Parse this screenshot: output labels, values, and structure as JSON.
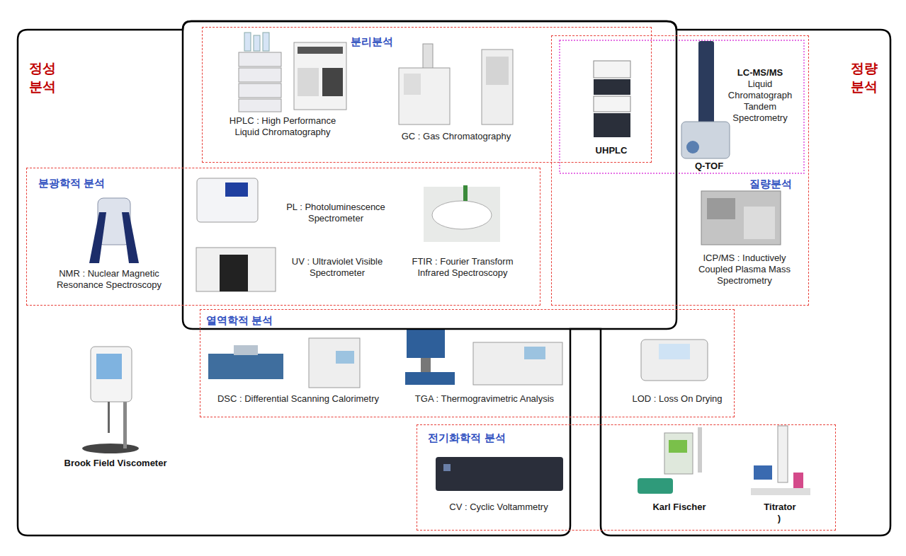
{
  "diagram": {
    "nodes": [
      {
        "text": [
          "정성 분석",
          "Brook Field Viscometer"
        ]
      },
      {
        "text": [
          "분리분석",
          "HPLC : High Performance Liquid Chromatography",
          "GC : Gas Chromatography",
          "UHPLC"
        ]
      },
      {
        "text": [
          "정량 분석"
        ]
      },
      {
        "text": [
          "질량분석",
          "LC-MS/MS",
          "Liquid Chromatograph Tandem Spectrometry",
          "Q-TOF",
          "ICP/MS : Inductively Coupled Plasma Mass Spectrometry"
        ]
      },
      {
        "text": [
          "분광학적 분석",
          "PL : Photoluminescence Spectrometer",
          "UV : Ultraviolet Visible Spectrometer",
          "FTIR : Fourier Transform Infrared Spectroscopy",
          "NMR : Nuclear Magnetic Resonance Spectroscopy"
        ]
      },
      {
        "text": [
          "열역학적 분석",
          "DSC : Differential Scanning Calorimetry",
          "TGA : Thermogravimetric Analysis",
          "LOD : Loss On Drying"
        ]
      },
      {
        "text": [
          "전기화학적 분석",
          "CV : Cyclic Voltammetry",
          "Karl Fischer",
          "Titrator",
          ")"
        ]
      }
    ]
  }
}
